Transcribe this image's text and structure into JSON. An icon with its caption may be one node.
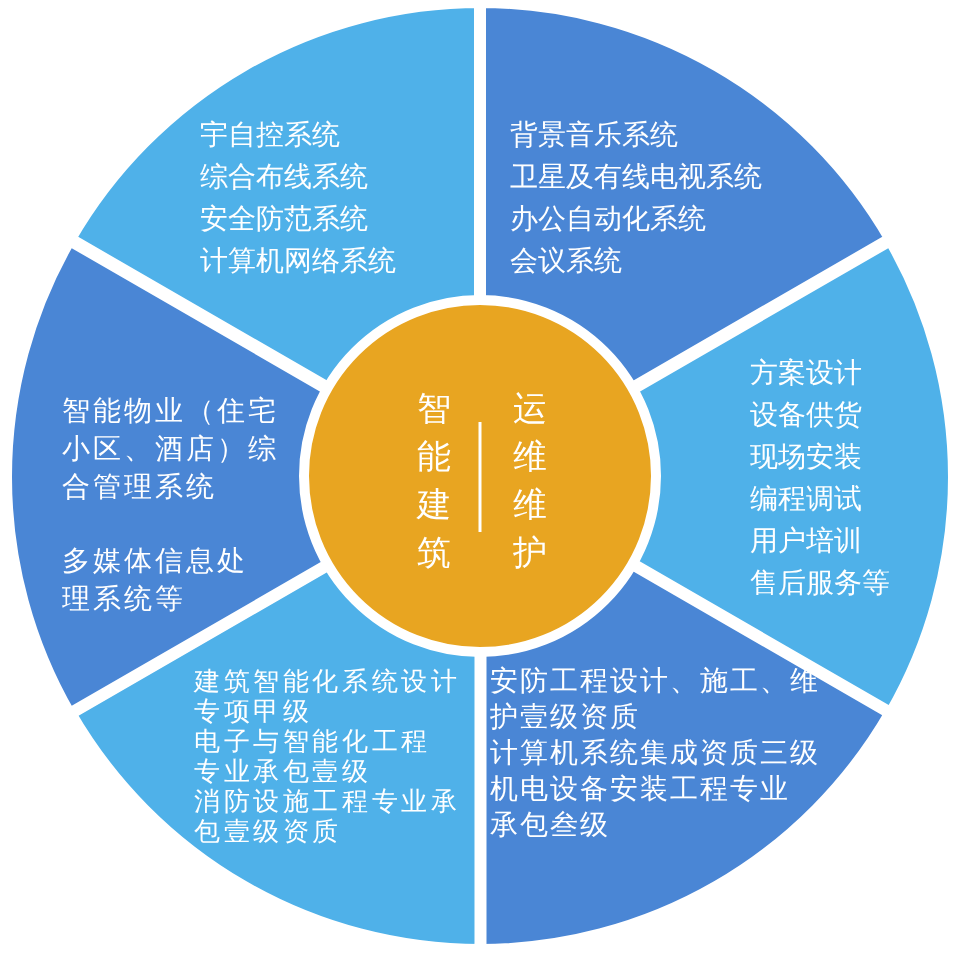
{
  "diagram": {
    "nodes": [
      {
        "text": [
          "智能建筑",
          "运维维护"
        ]
      },
      {
        "text": [
          "宇自控系统",
          "综合布线系统",
          "安全防范系统",
          "计算机网络系统"
        ]
      },
      {
        "text": [
          "背景音乐系统",
          "卫星及有线电视系统",
          "办公自动化系统",
          "会议系统"
        ]
      },
      {
        "text": [
          "方案设计",
          "设备供货",
          "现场安装",
          "编程调试",
          "用户培训",
          "售后服务等"
        ]
      },
      {
        "text": [
          "安防工程设计、施工、维护壹级资质",
          "计算机系统集成资质三级",
          "机电设备安装工程专业承包叁级"
        ]
      },
      {
        "text": [
          "建筑智能化系统设计专项甲级",
          "电子与智能化工程专业承包壹级",
          "消防设施工程专业承包壹级资质"
        ]
      },
      {
        "text": [
          "智能物业（住宅小区、酒店）综合管理系统",
          "多媒体信息处理系统等"
        ]
      }
    ]
  }
}
